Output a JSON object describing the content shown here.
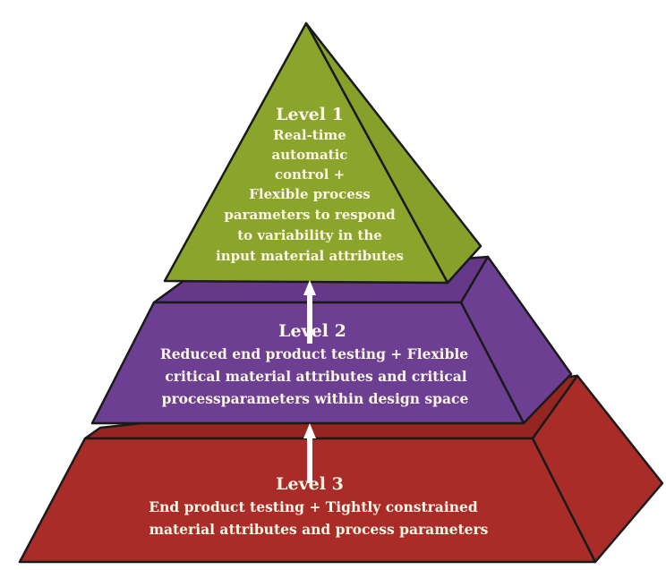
{
  "colors": {
    "level1": "#8ba52c",
    "level2": "#6d3f93",
    "level3": "#a92c28",
    "outline": "#1a1a1a",
    "text": "#fbf6e6"
  },
  "levels": [
    {
      "title": "Level 1",
      "lines": [
        "Real-time",
        "automatic",
        "control +",
        "Flexible process",
        "parameters to respond",
        "to variability in the",
        "input material attributes"
      ]
    },
    {
      "title": "Level 2",
      "lines": [
        "Reduced end product testing + Flexible",
        "critical material attributes and critical",
        "processparameters within design space"
      ]
    },
    {
      "title": "Level 3",
      "lines": [
        "End product testing + Tightly constrained",
        "material attributes and process parameters"
      ]
    }
  ]
}
